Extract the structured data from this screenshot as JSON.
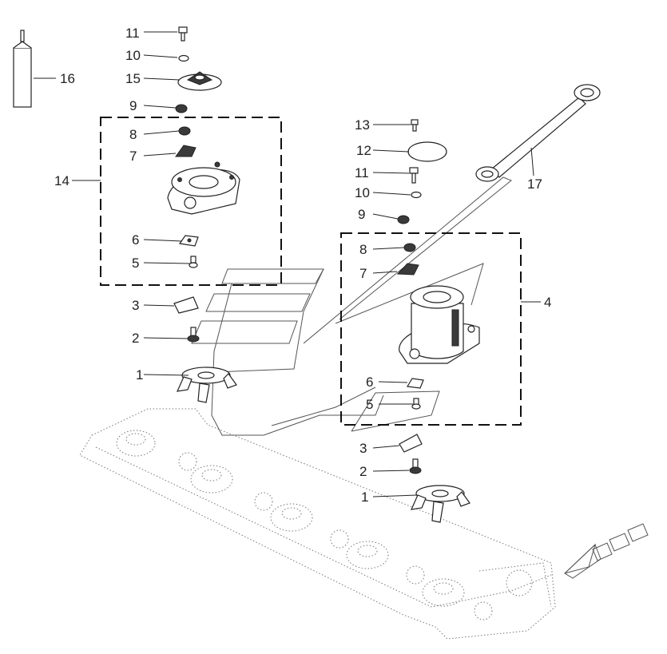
{
  "callouts": {
    "left": {
      "c11": "11",
      "c10": "10",
      "c15": "15",
      "c9": "9",
      "c8": "8",
      "c7": "7",
      "c14": "14",
      "c6": "6",
      "c5": "5",
      "c3": "3",
      "c2": "2",
      "c1": "1",
      "c16": "16"
    },
    "right": {
      "c13": "13",
      "c12": "12",
      "c11": "11",
      "c10": "10",
      "c9": "9",
      "c8": "8",
      "c7": "7",
      "c4": "4",
      "c6": "6",
      "c5": "5",
      "c3": "3",
      "c2": "2",
      "c1": "1",
      "c17": "17"
    }
  },
  "colors": {
    "line": "#222222",
    "background": "#ffffff"
  }
}
